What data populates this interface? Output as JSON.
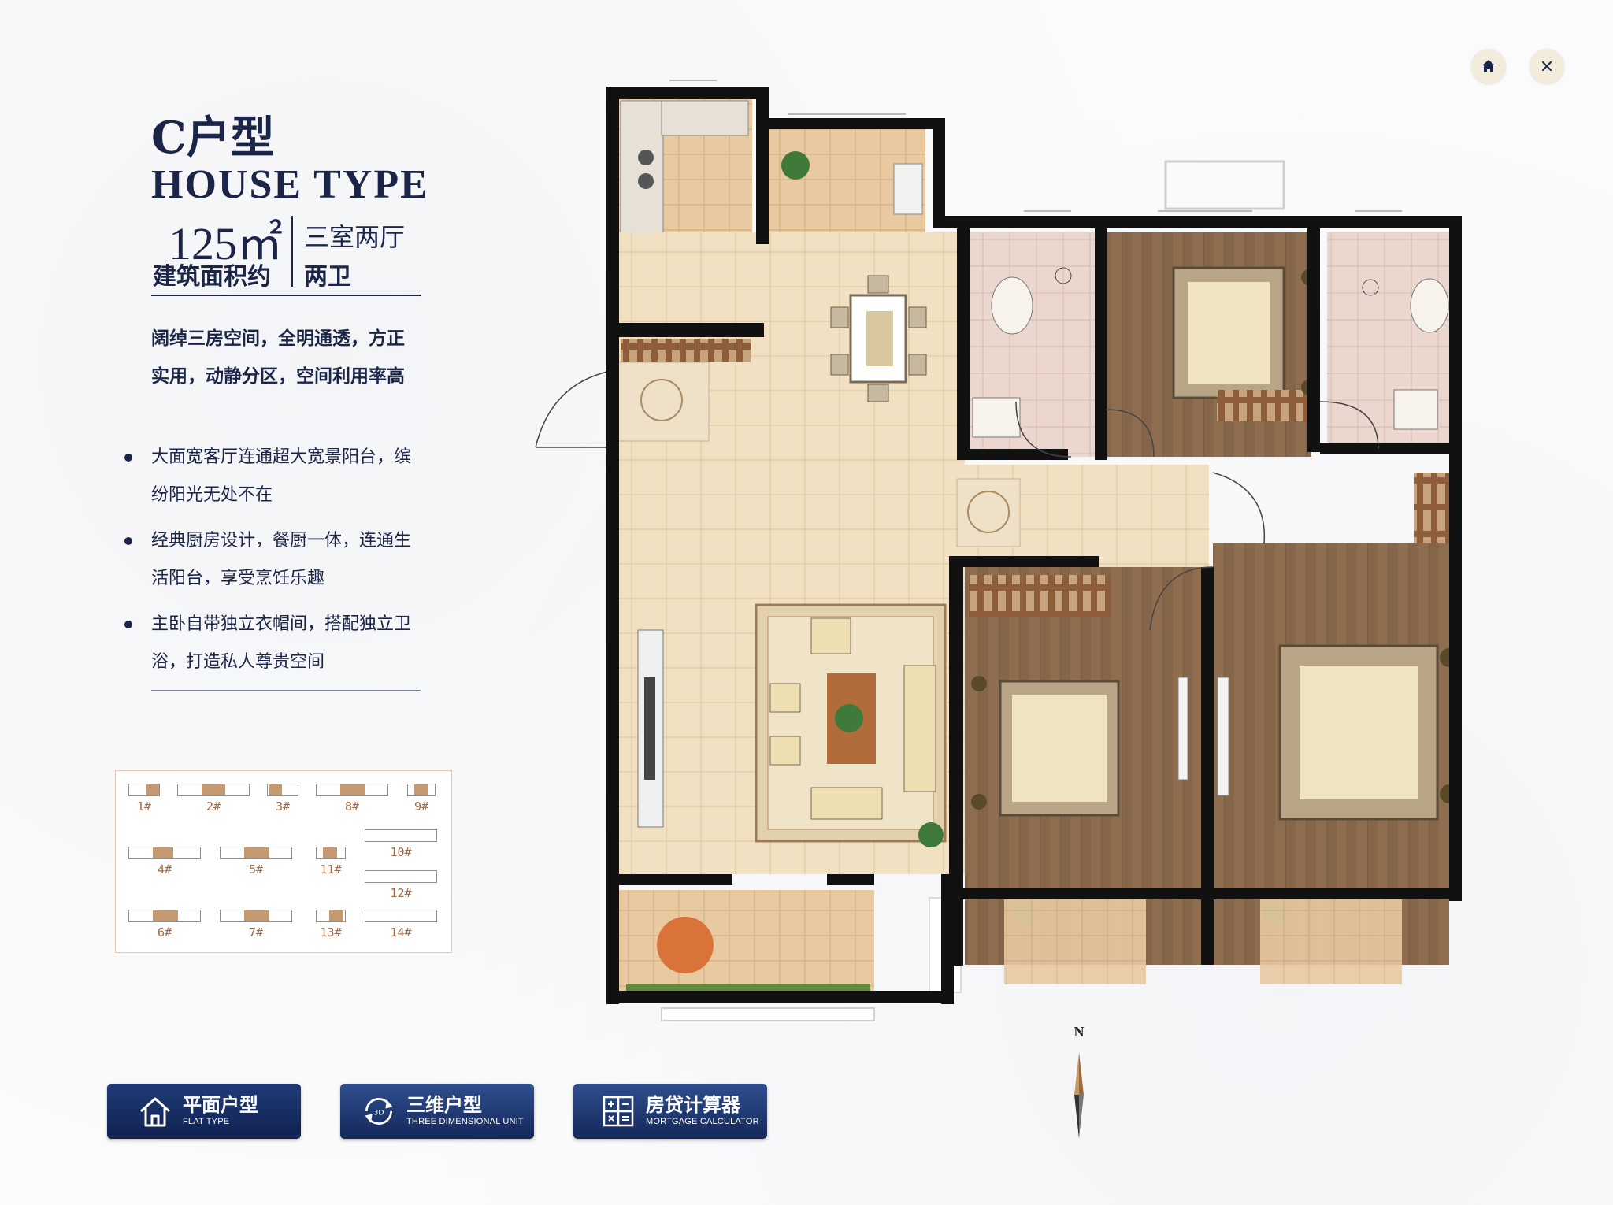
{
  "header": {
    "home_icon": "home-icon",
    "close_icon": "close-icon"
  },
  "info": {
    "title_cn": "C户型",
    "title_en": "HOUSE TYPE",
    "area_value": "125㎡",
    "area_label": "建筑面积约",
    "rooms_line1": "三室两厅",
    "rooms_line2": "两卫",
    "description": "阔绰三房空间，全明通透，方正实用，动静分区，空间利用率高",
    "features": [
      "大面宽客厅连通超大宽景阳台，缤纷阳光无处不在",
      "经典厨房设计，餐厨一体，连通生活阳台，享受烹饪乐趣",
      "主卧自带独立衣帽间，搭配独立卫浴，打造私人尊贵空间"
    ]
  },
  "keyplan": {
    "units": [
      "1#",
      "2#",
      "3#",
      "8#",
      "9#",
      "4#",
      "5#",
      "11#",
      "10#",
      "12#",
      "6#",
      "7#",
      "13#",
      "14#"
    ]
  },
  "compass": {
    "label": "N"
  },
  "nav": [
    {
      "cn": "平面户型",
      "en": "FLAT TYPE",
      "icon": "house-icon"
    },
    {
      "cn": "三维户型",
      "en": "THREE DIMENSIONAL UNIT",
      "icon": "rotate-3d-icon"
    },
    {
      "cn": "房贷计算器",
      "en": "MORTGAGE CALCULATOR",
      "icon": "calculator-icon"
    }
  ],
  "colors": {
    "navy": "#1b2547",
    "button": "#1f3b78",
    "wall": "#111111",
    "tile": "#f0dfbd",
    "wood": "#8e6d4e",
    "bath_tile": "#e9d4cc"
  }
}
